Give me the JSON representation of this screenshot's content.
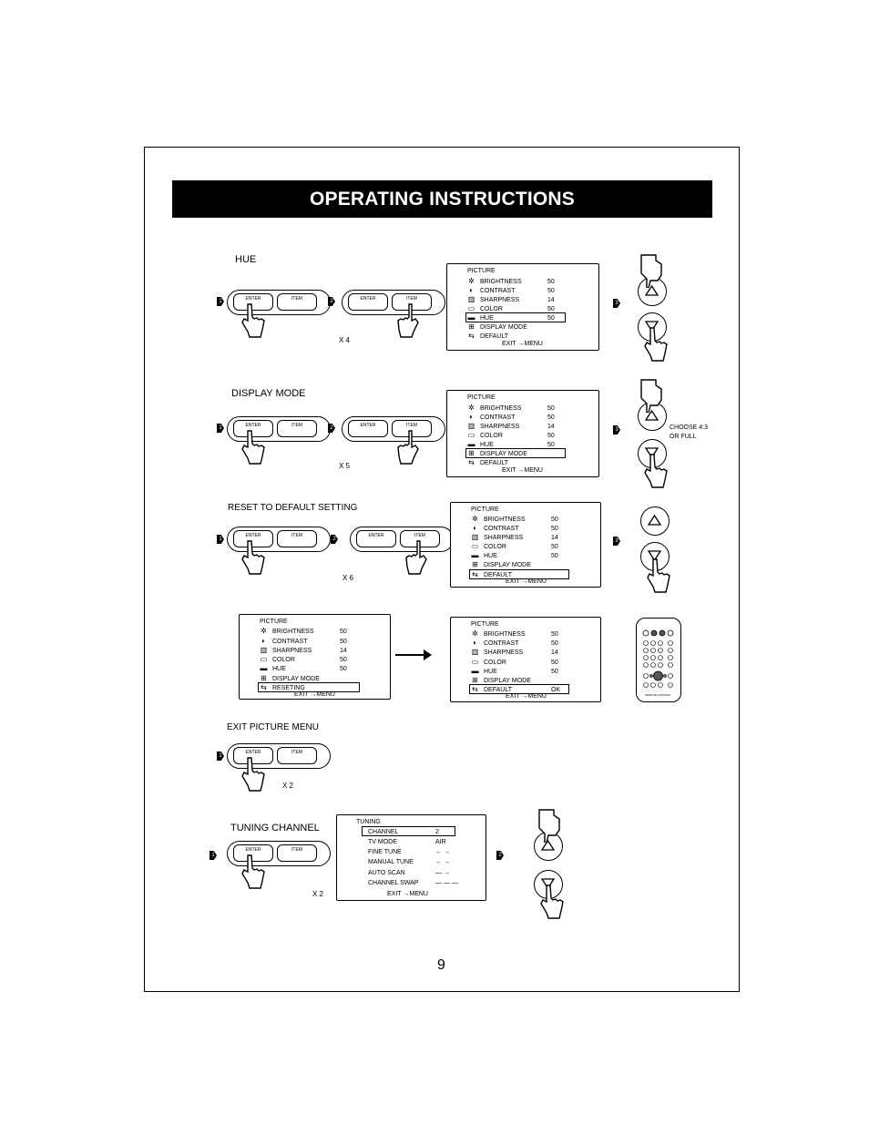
{
  "header": {
    "title": "OPERATING INSTRUCTIONS"
  },
  "osd_common": {
    "header": "PICTURE",
    "items": [
      "BRIGHTNESS",
      "CONTRAST",
      "SHARPNESS",
      "COLOR",
      "HUE",
      "DISPLAY MODE",
      "DEFAULT"
    ],
    "values": [
      "50",
      "50",
      "14",
      "50",
      "50"
    ],
    "exit": "EXIT  →MENU"
  },
  "sections": {
    "hue": {
      "title": "HUE",
      "count": "X 4"
    },
    "display_mode": {
      "title": "DISPLAY MODE",
      "count": "X 5",
      "note_line1": "CHOOSE 4:3",
      "note_line2": "OR FULL"
    },
    "reset": {
      "title": "RESET TO DEFAULT SETTING",
      "count": "X 6",
      "resetting_label": "RESETING",
      "ok_label": "OK"
    },
    "exit_menu": {
      "title": "EXIT PICTURE MENU",
      "count": "X 2"
    },
    "tuning": {
      "title": "TUNING CHANNEL",
      "count": "X 2",
      "osd_header": "TUNING",
      "items": [
        {
          "label": "CHANNEL",
          "value": "2"
        },
        {
          "label": "TV MODE",
          "value": "AIR"
        },
        {
          "label": "FINE TUNE",
          "value": "← →"
        },
        {
          "label": "MANUAL TUNE",
          "value": "← →"
        },
        {
          "label": "AUTO SCAN",
          "value": "— →"
        },
        {
          "label": "CHANNEL SWAP",
          "value": "— — —"
        }
      ],
      "exit": "EXIT  →MENU"
    }
  },
  "buttons": {
    "enter": "ENTER",
    "item": "ITEM"
  },
  "steps": {
    "one": "1",
    "two": "2",
    "three": "3"
  },
  "remote": {
    "label": "REMOTE CONTROL"
  },
  "page_number": "9"
}
